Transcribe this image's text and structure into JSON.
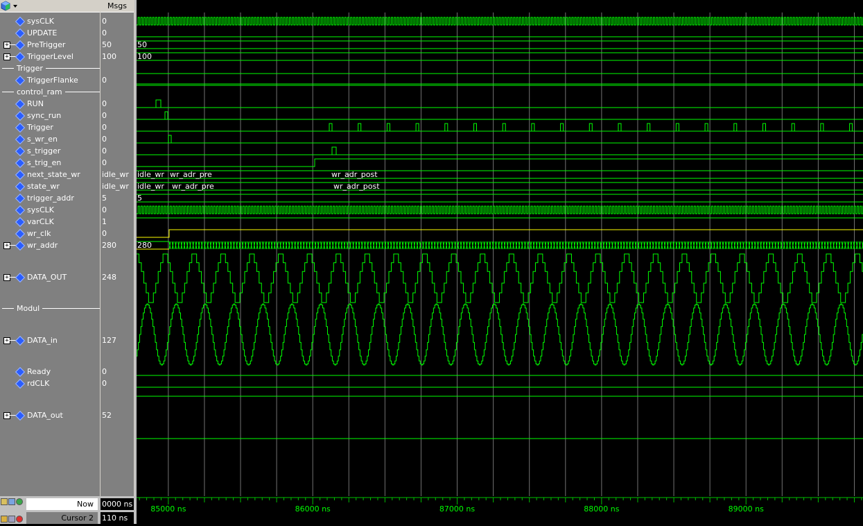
{
  "header": {
    "msgs_label": "Msgs"
  },
  "colors": {
    "wave": "#00ff00",
    "highlight": "#ffff00",
    "grid": "#8f8f8f",
    "axis_text": "#00ff00"
  },
  "signals": [
    {
      "name": "sysCLK",
      "value": "0",
      "expand": false
    },
    {
      "name": "UPDATE",
      "value": "0",
      "expand": false
    },
    {
      "name": "PreTrigger",
      "value": "50",
      "expand": true,
      "wave_text": "50"
    },
    {
      "name": "TriggerLevel",
      "value": "100",
      "expand": true,
      "wave_text": "100"
    },
    {
      "name": "Trigger",
      "group": true
    },
    {
      "name": "TriggerFlanke",
      "value": "0",
      "expand": false
    },
    {
      "name": "control_ram",
      "group": true
    },
    {
      "name": "RUN",
      "value": "0",
      "expand": false
    },
    {
      "name": "sync_run",
      "value": "0",
      "expand": false
    },
    {
      "name": "Trigger",
      "value": "0",
      "expand": false
    },
    {
      "name": "s_wr_en",
      "value": "0",
      "expand": false
    },
    {
      "name": "s_trigger",
      "value": "0",
      "expand": false
    },
    {
      "name": "s_trig_en",
      "value": "0",
      "expand": false
    },
    {
      "name": "next_state_wr",
      "value": "idle_wr",
      "expand": false,
      "wave_text": [
        "idle_wr",
        "wr_adr_pre",
        "wr_adr_post"
      ]
    },
    {
      "name": "state_wr",
      "value": "idle_wr",
      "expand": false,
      "wave_text": [
        "idle_wr",
        "wr_adr_pre",
        "wr_adr_post"
      ]
    },
    {
      "name": "trigger_addr",
      "value": "5",
      "expand": false,
      "wave_text": "5"
    },
    {
      "name": "sysCLK",
      "value": "0",
      "expand": false
    },
    {
      "name": "varCLK",
      "value": "1",
      "expand": false
    },
    {
      "name": "wr_clk",
      "value": "0",
      "expand": false
    },
    {
      "name": "wr_addr",
      "value": "280",
      "expand": true,
      "wave_text": "280"
    },
    {
      "name": "DATA_OUT",
      "value": "248",
      "expand": true
    },
    {
      "name": "Modul",
      "group": true
    },
    {
      "name": "DATA_in",
      "value": "127",
      "expand": true
    },
    {
      "name": "Ready",
      "value": "0",
      "expand": false
    },
    {
      "name": "rdCLK",
      "value": "0",
      "expand": false
    },
    {
      "name": "DATA_out",
      "value": "52",
      "expand": true
    }
  ],
  "cursors": {
    "now_label": "Now",
    "now_value": "0000 ns",
    "cursor_label": "Cursor 2",
    "cursor_value": "110 ns"
  },
  "timeline": {
    "ticks": [
      "85000 ns",
      "86000 ns",
      "87000 ns",
      "88000 ns",
      "89000 ns"
    ],
    "range_ns": [
      84780,
      89810
    ]
  }
}
